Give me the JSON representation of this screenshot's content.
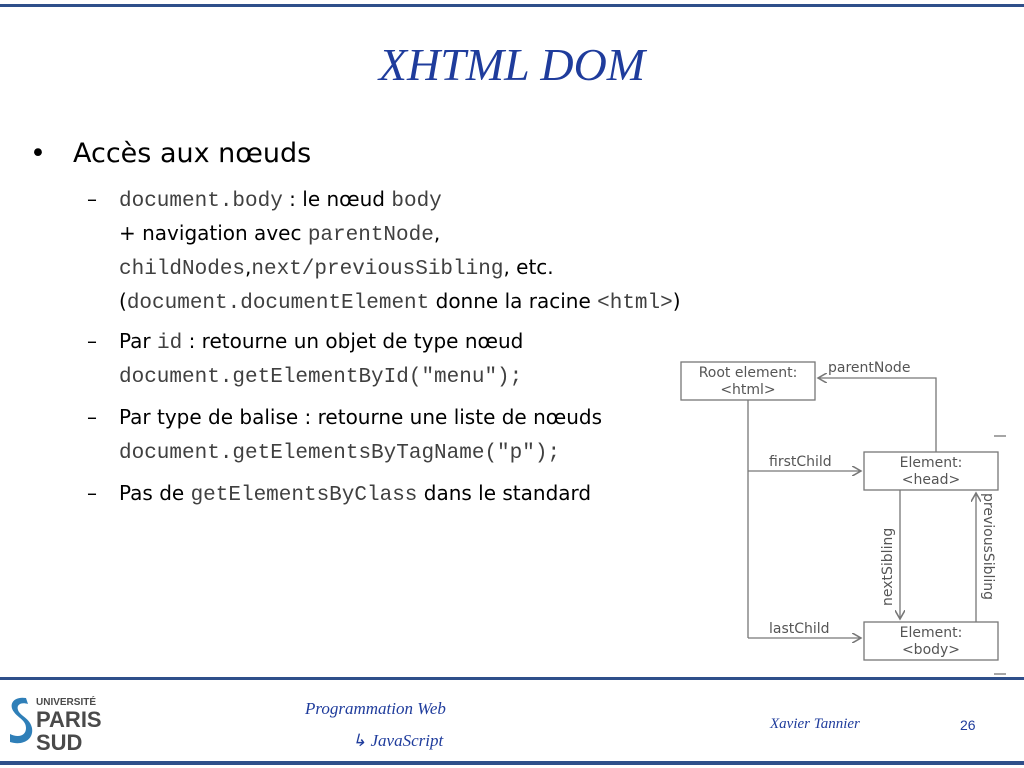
{
  "slide": {
    "title": "XHTML DOM",
    "bullet": "Accès aux nœuds",
    "items": [
      {
        "line1_mono": "document.body",
        "line1_text": " : le nœud ",
        "line1_mono2": "body",
        "line2_text": "+ navigation avec ",
        "line2_mono": "parentNode",
        "line2_end": ",",
        "line3_mono": "childNodes",
        "line3_sep": ",",
        "line3_mono2": "next/previousSibling",
        "line3_end": ", etc.",
        "line4_open": "(",
        "line4_mono": "document.documentElement",
        "line4_text": " donne la racine ",
        "line4_mono2": "<html>",
        "line4_close": ")"
      },
      {
        "line1_text": "Par ",
        "line1_mono": "id",
        "line1_end": " : retourne un objet de type nœud",
        "line2_mono": "document.getElementById(\"menu\");"
      },
      {
        "line1_text": "Par type de balise : retourne une liste de nœuds",
        "line2_mono": "document.getElementsByTagName(\"p\");"
      },
      {
        "line1_text": "Pas de ",
        "line1_mono": "getElementsByClass",
        "line1_end": " dans le standard"
      }
    ]
  },
  "diagram": {
    "root_line1": "Root element:",
    "root_line2": "<html>",
    "head_line1": "Element:",
    "head_line2": "<head>",
    "body_line1": "Element:",
    "body_line2": "<body>",
    "parent_node": "parentNode",
    "first_child": "firstChild",
    "last_child": "lastChild",
    "next_sibling": "nextSibling",
    "previous_sibling": "previousSibling"
  },
  "footer": {
    "course": "Programmation Web",
    "topic": "JavaScript",
    "topic_icon": "arrow-icon",
    "author": "Xavier Tannier",
    "page": "26",
    "logo_line1": "UNIVERSITÉ",
    "logo_line2": "PARIS",
    "logo_line3": "SUD"
  },
  "colors": {
    "accent": "#1f3c9c",
    "rule": "#2f4f8a"
  }
}
